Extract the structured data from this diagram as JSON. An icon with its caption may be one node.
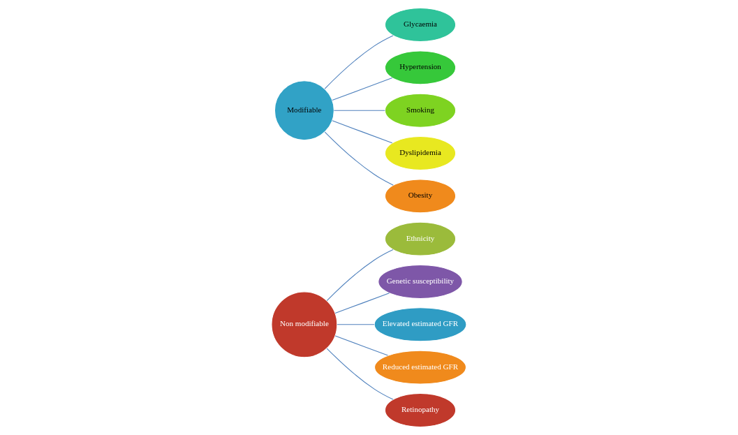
{
  "diagram": {
    "nodes": [
      {
        "text": [
          "Non modifiable"
        ]
      },
      {
        "text": [
          "Ethnicity"
        ]
      },
      {
        "text": [
          "Genetic susceptibility"
        ]
      },
      {
        "text": [
          "Elevated estimated GFR"
        ]
      },
      {
        "text": [
          "Reduced estimated GFR"
        ]
      },
      {
        "text": [
          "Retinopathy"
        ]
      },
      {
        "text": [
          "Modifiable"
        ]
      },
      {
        "text": [
          "Glycaemia"
        ]
      },
      {
        "text": [
          "Hypertension"
        ]
      },
      {
        "text": [
          "Smoking"
        ]
      },
      {
        "text": [
          "Dyslipidemia"
        ]
      },
      {
        "text": [
          "Obesity"
        ]
      }
    ],
    "edges": [
      {
        "from": 0,
        "to": 1,
        "arrow": "none"
      },
      {
        "from": 0,
        "to": 2,
        "arrow": "none"
      },
      {
        "from": 0,
        "to": 3,
        "arrow": "none"
      },
      {
        "from": 0,
        "to": 4,
        "arrow": "none"
      },
      {
        "from": 0,
        "to": 5,
        "arrow": "none"
      },
      {
        "from": 6,
        "to": 7,
        "arrow": "none"
      },
      {
        "from": 6,
        "to": 8,
        "arrow": "none"
      },
      {
        "from": 6,
        "to": 9,
        "arrow": "none"
      },
      {
        "from": 6,
        "to": 10,
        "arrow": "none"
      },
      {
        "from": 6,
        "to": 11,
        "arrow": "none"
      }
    ]
  }
}
